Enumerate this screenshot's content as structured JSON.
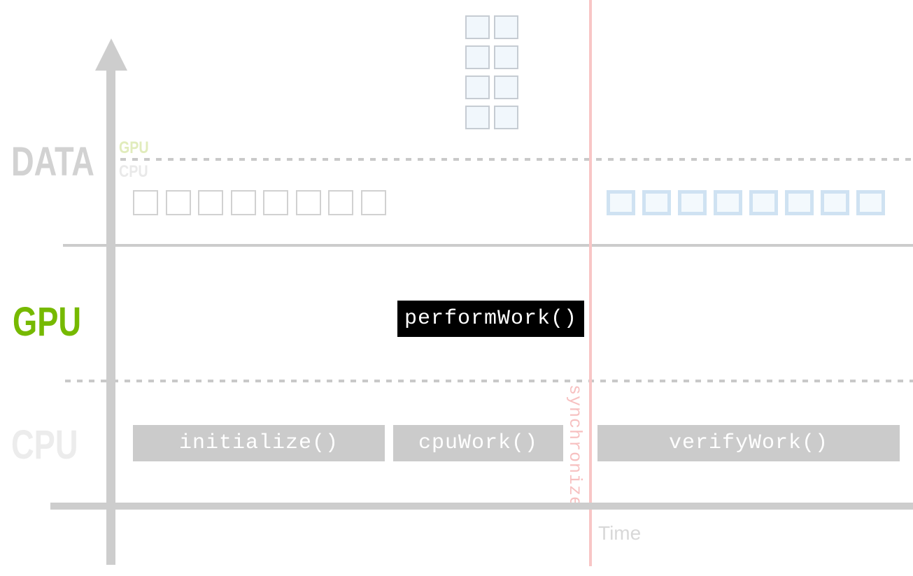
{
  "labels": {
    "data_section": "DATA",
    "gpu_axis": "GPU",
    "cpu_axis": "CPU",
    "gpu_section": "GPU",
    "cpu_section": "CPU",
    "time_axis": "Time",
    "synchronize": "synchronize"
  },
  "timeline": {
    "gpu_task": "performWork()",
    "cpu_tasks": [
      "initialize()",
      "cpuWork()",
      "verifyWork()"
    ]
  },
  "memory": {
    "gpu_grid": {
      "columns": 2,
      "rows": 4
    },
    "cpu_row_squares": 8,
    "gpu_row_squares": 8
  },
  "colors": {
    "axis_gray": "#cdcdcd",
    "faded_label_gray": "#d2d2d2",
    "nvidia_green": "#76b900",
    "pale_green": "#e1ecbc",
    "sync_pink": "#f8c6c6",
    "task_gray": "#cbcbcb",
    "task_black": "#000000",
    "blue_square_border": "#cfe2f2",
    "blue_square_fill": "#f3f9fd"
  }
}
